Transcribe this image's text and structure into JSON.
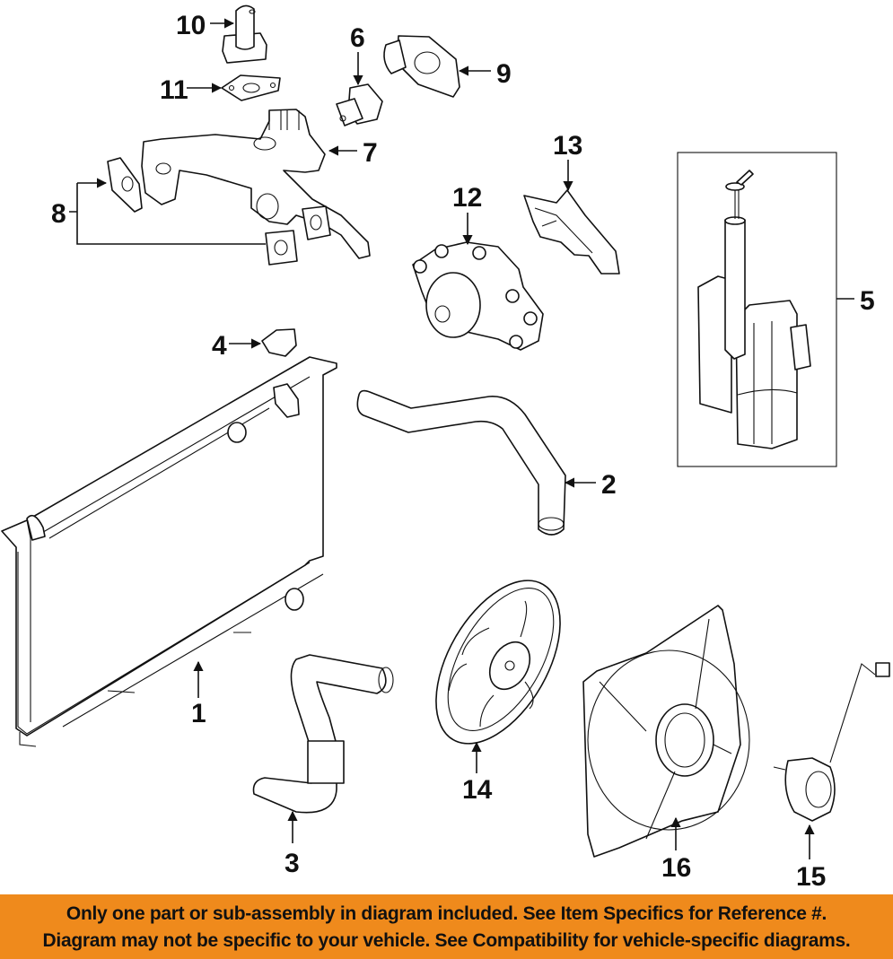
{
  "diagram": {
    "title": "Cooling system exploded parts diagram",
    "callouts": [
      {
        "ref": "1",
        "part": "radiator"
      },
      {
        "ref": "2",
        "part": "upper-radiator-hose"
      },
      {
        "ref": "3",
        "part": "lower-radiator-hose"
      },
      {
        "ref": "4",
        "part": "radiator-cap"
      },
      {
        "ref": "5",
        "part": "coolant-reservoir"
      },
      {
        "ref": "6",
        "part": "thermostat"
      },
      {
        "ref": "7",
        "part": "water-outlet-housing"
      },
      {
        "ref": "8",
        "part": "housing-gaskets"
      },
      {
        "ref": "9",
        "part": "thermostat-housing"
      },
      {
        "ref": "10",
        "part": "water-outlet"
      },
      {
        "ref": "11",
        "part": "outlet-gasket"
      },
      {
        "ref": "12",
        "part": "water-pump"
      },
      {
        "ref": "13",
        "part": "water-pump-gasket"
      },
      {
        "ref": "14",
        "part": "fan-blade"
      },
      {
        "ref": "15",
        "part": "fan-motor"
      },
      {
        "ref": "16",
        "part": "fan-shroud"
      }
    ]
  },
  "banner": {
    "line1": "Only one part or sub-assembly in diagram included. See Item Specifics for Reference #.",
    "line2": "Diagram may not be specific to your vehicle. See Compatibility for vehicle-specific diagrams.",
    "background_color": "#ef8a1c"
  }
}
